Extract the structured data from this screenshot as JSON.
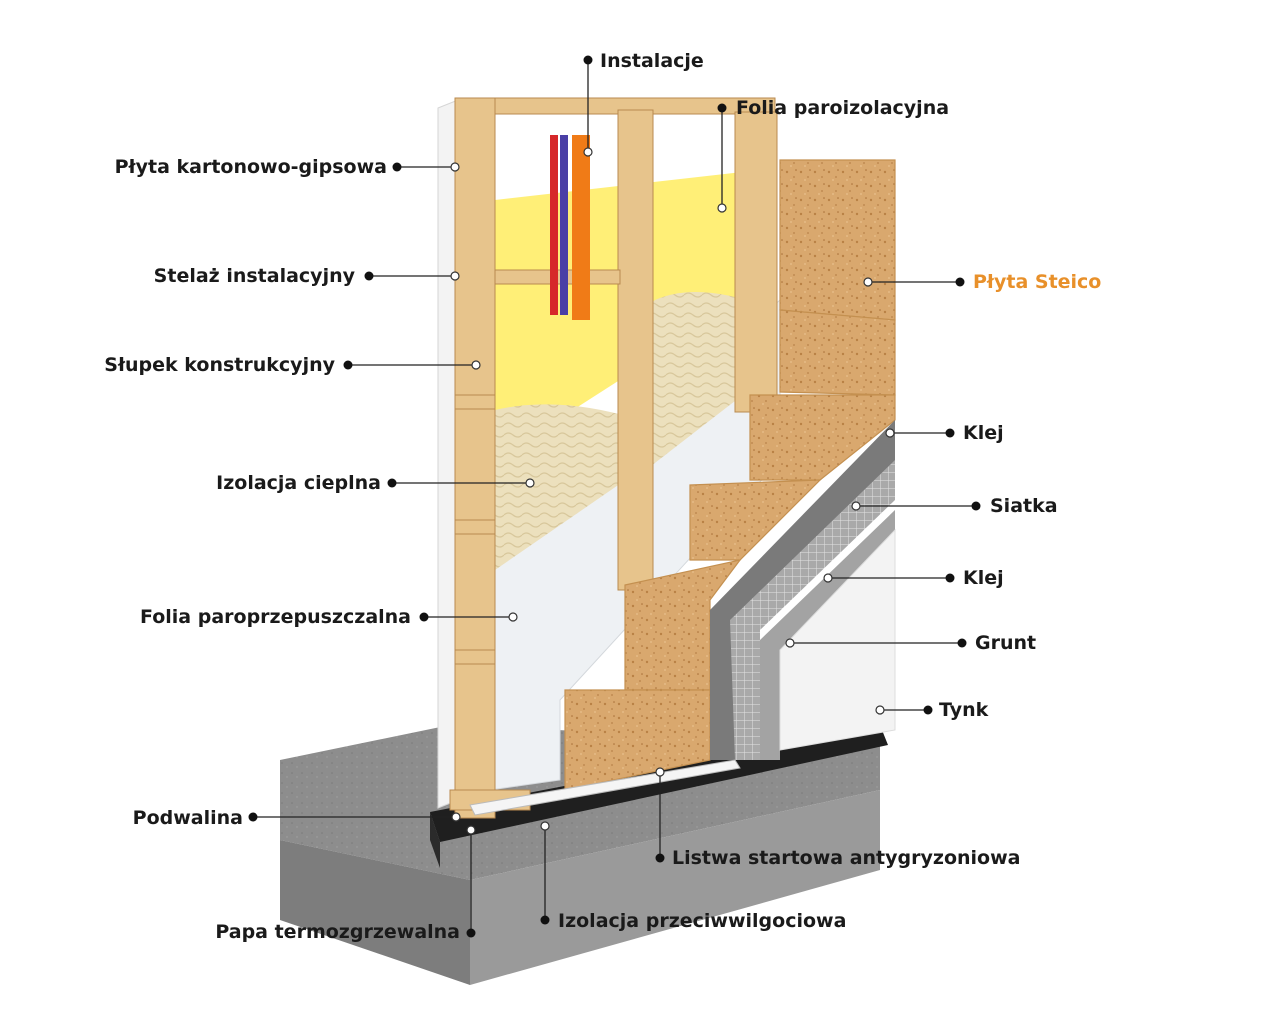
{
  "labels": {
    "instalacje": "Instalacje",
    "folia_paroizolacyjna": "Folia paroizolacyjna",
    "plyta_kartonowo_gipsowa": "Płyta kartonowo-gipsowa",
    "stelaz_instalacyjny": "Stelaż instalacyjny",
    "plyta_steico": "Płyta Steico",
    "slupek_konstrukcyjny": "Słupek konstrukcyjny",
    "klej_1": "Klej",
    "izolacja_cieplna": "Izolacja cieplna",
    "siatka": "Siatka",
    "klej_2": "Klej",
    "folia_paroprzepuszczalna": "Folia paroprzepuszczalna",
    "grunt": "Grunt",
    "tynk": "Tynk",
    "podwalina": "Podwalina",
    "listwa_startowa": "Listwa startowa antygryzoniowa",
    "izolacja_przeciwwilgociowa": "Izolacja przeciwwilgociowa",
    "papa_termozgrzewalna": "Papa termozgrzewalna"
  },
  "colors": {
    "highlight": "#e8902a",
    "text": "#1a1a1a",
    "wood": "#e7c48c",
    "steico": "#d7a56b",
    "concrete": "#8e8e8e",
    "membrane": "#eef1f4",
    "vapour_foil": "#ffe94a",
    "insulation": "#efe4c3",
    "plaster": "#f3f3f3",
    "mesh": "#9c9c9c",
    "bitumen": "#1f1f1f"
  }
}
